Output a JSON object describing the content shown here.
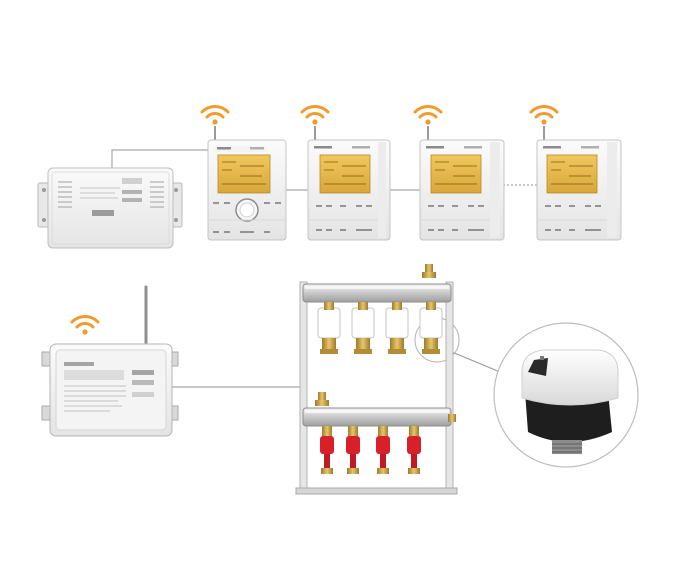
{
  "scene": {
    "gateway_small_text": "",
    "controller_brand": "",
    "accent_wifi": "#f29a2e",
    "lcd_color": "#e9b94c",
    "valve_red": "#d7202a",
    "brass": "#c9a24a"
  },
  "thermostats": [
    {
      "id": "t1",
      "kind": "dial"
    },
    {
      "id": "t2",
      "kind": "button"
    },
    {
      "id": "t3",
      "kind": "button"
    },
    {
      "id": "t4",
      "kind": "button"
    }
  ]
}
